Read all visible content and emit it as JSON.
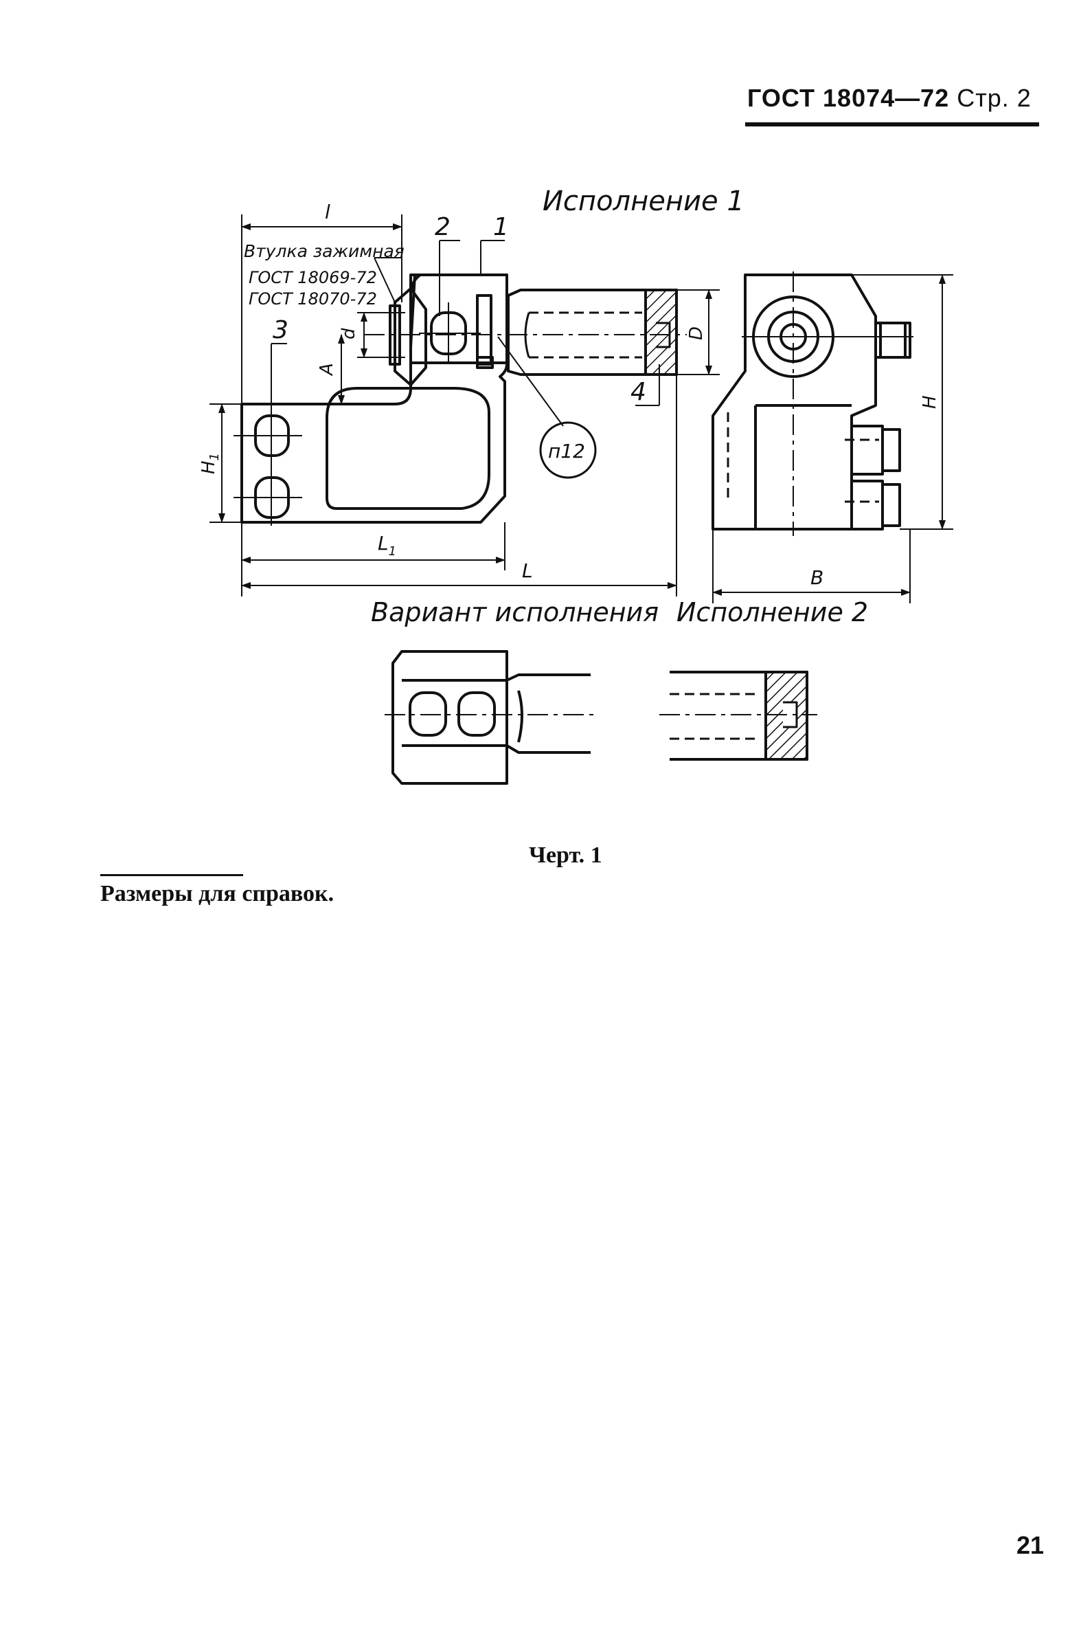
{
  "header": {
    "standard": "ГОСТ 18074—72",
    "page": "Стр. 2"
  },
  "drawing": {
    "view_title_1": "Исполнение 1",
    "view_title_variant": "Вариант исполнения",
    "view_title_2": "Исполнение 2",
    "callout_bushing": "Втулка зажимная",
    "callout_gost_1": "ГОСТ 18069-72",
    "callout_gost_2": "ГОСТ 18070-72",
    "roughness": "п12",
    "part_numbers": [
      "1",
      "2",
      "3",
      "4"
    ],
    "dim_l": "l",
    "dim_d": "d",
    "dim_A": "A",
    "dim_D": "D",
    "dim_H": "H",
    "dim_H1": "H",
    "dim_H1_sub": "1",
    "dim_L1": "L",
    "dim_L1_sub": "1",
    "dim_L": "L",
    "dim_B": "B"
  },
  "caption": "Черт. 1",
  "note": "Размеры для справок.",
  "page_number": "21"
}
